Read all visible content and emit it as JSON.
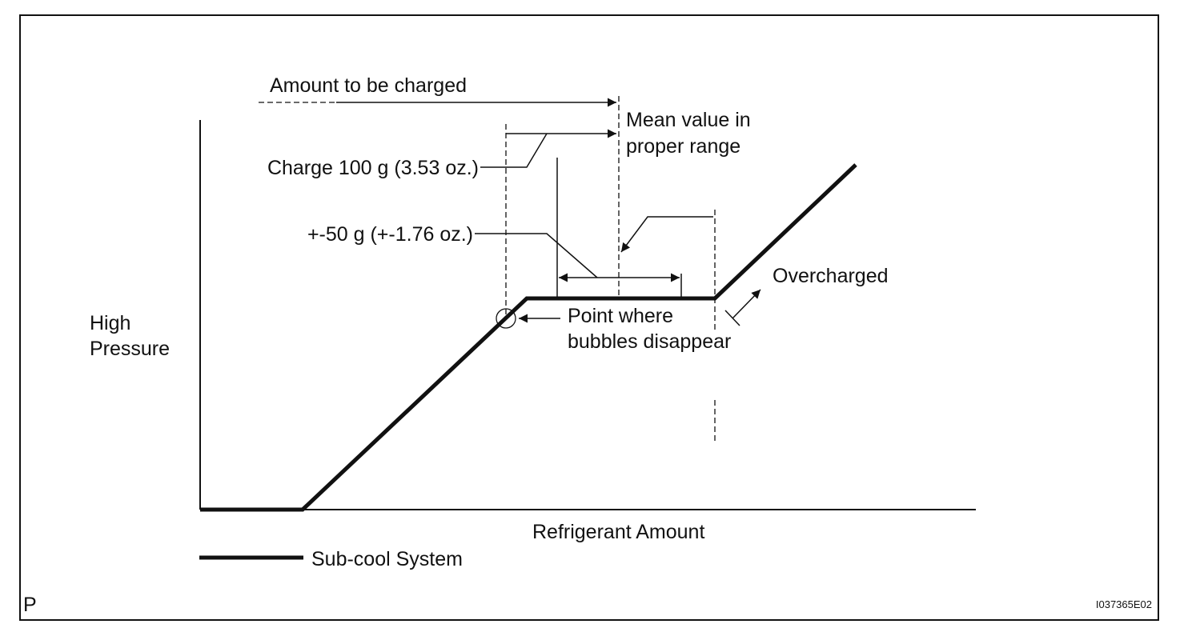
{
  "diagram": {
    "labels": {
      "amount_to_be_charged": "Amount to be charged",
      "mean_value_line1": "Mean value in",
      "mean_value_line2": "proper range",
      "charge_100g": "Charge 100 g (3.53 oz.)",
      "plus_minus_50g": "+-50 g (+-1.76 oz.)",
      "overcharged": "Overcharged",
      "bubbles_line1": "Point where",
      "bubbles_line2": "bubbles disappear",
      "y_axis_line1": "High",
      "y_axis_line2": "Pressure",
      "x_axis": "Refrigerant Amount"
    },
    "legend": {
      "label": "Sub-cool System"
    },
    "corner_mark": "P",
    "figure_id": "I037365E02",
    "colors": {
      "ink": "#111111",
      "background": "#ffffff"
    }
  }
}
